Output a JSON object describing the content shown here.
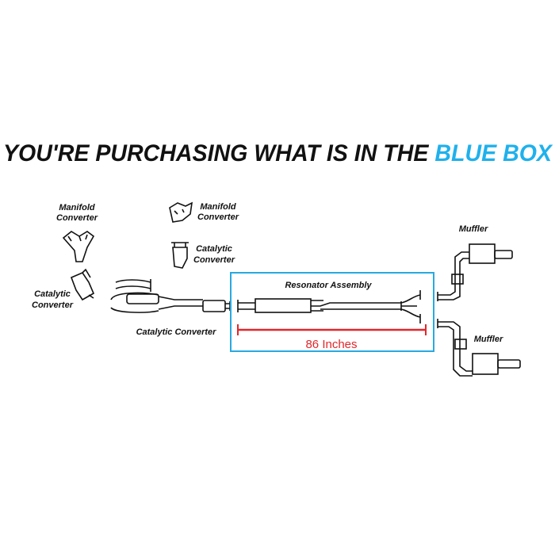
{
  "title": {
    "part1": "YOU'RE PURCHASING WHAT IS IN THE ",
    "part2": "BLUE BOX"
  },
  "colors": {
    "accent": "#1fb1ec",
    "box": "#29a9e0",
    "measure": "#e3262a",
    "text": "#111111"
  },
  "labels": {
    "manifold_left": [
      "Manifold",
      "Converter"
    ],
    "manifold_right": [
      "Manifold",
      "Converter"
    ],
    "catalytic_upper": [
      "Catalytic",
      "Converter"
    ],
    "catalytic_left": [
      "Catalytic",
      "Converter"
    ],
    "catalytic_main": "Catalytic Converter",
    "resonator": "Resonator Assembly",
    "muffler_top": "Muffler",
    "muffler_bottom": "Muffler",
    "measurement": "86 Inches"
  }
}
